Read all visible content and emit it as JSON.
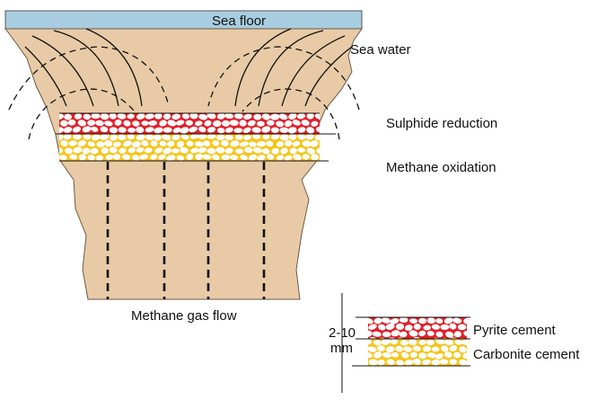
{
  "labels": {
    "sea_floor": "Sea floor",
    "sea_water": "Sea water",
    "sulphide_reduction": "Sulphide reduction",
    "methane_oxidation": "Methane oxidation",
    "methane_gas_flow": "Methane gas flow",
    "thickness_value": "2-10",
    "thickness_unit": "mm",
    "pyrite_cement": "Pyrite cement",
    "carbonite_cement": "Carbonite cement"
  },
  "colors": {
    "water": "#a9cde0",
    "sediment": "#e8cba6",
    "pyrite_layer": "#e0202a",
    "carbonate_layer": "#f5c518",
    "grain": "#ffffff",
    "line": "#111111"
  }
}
